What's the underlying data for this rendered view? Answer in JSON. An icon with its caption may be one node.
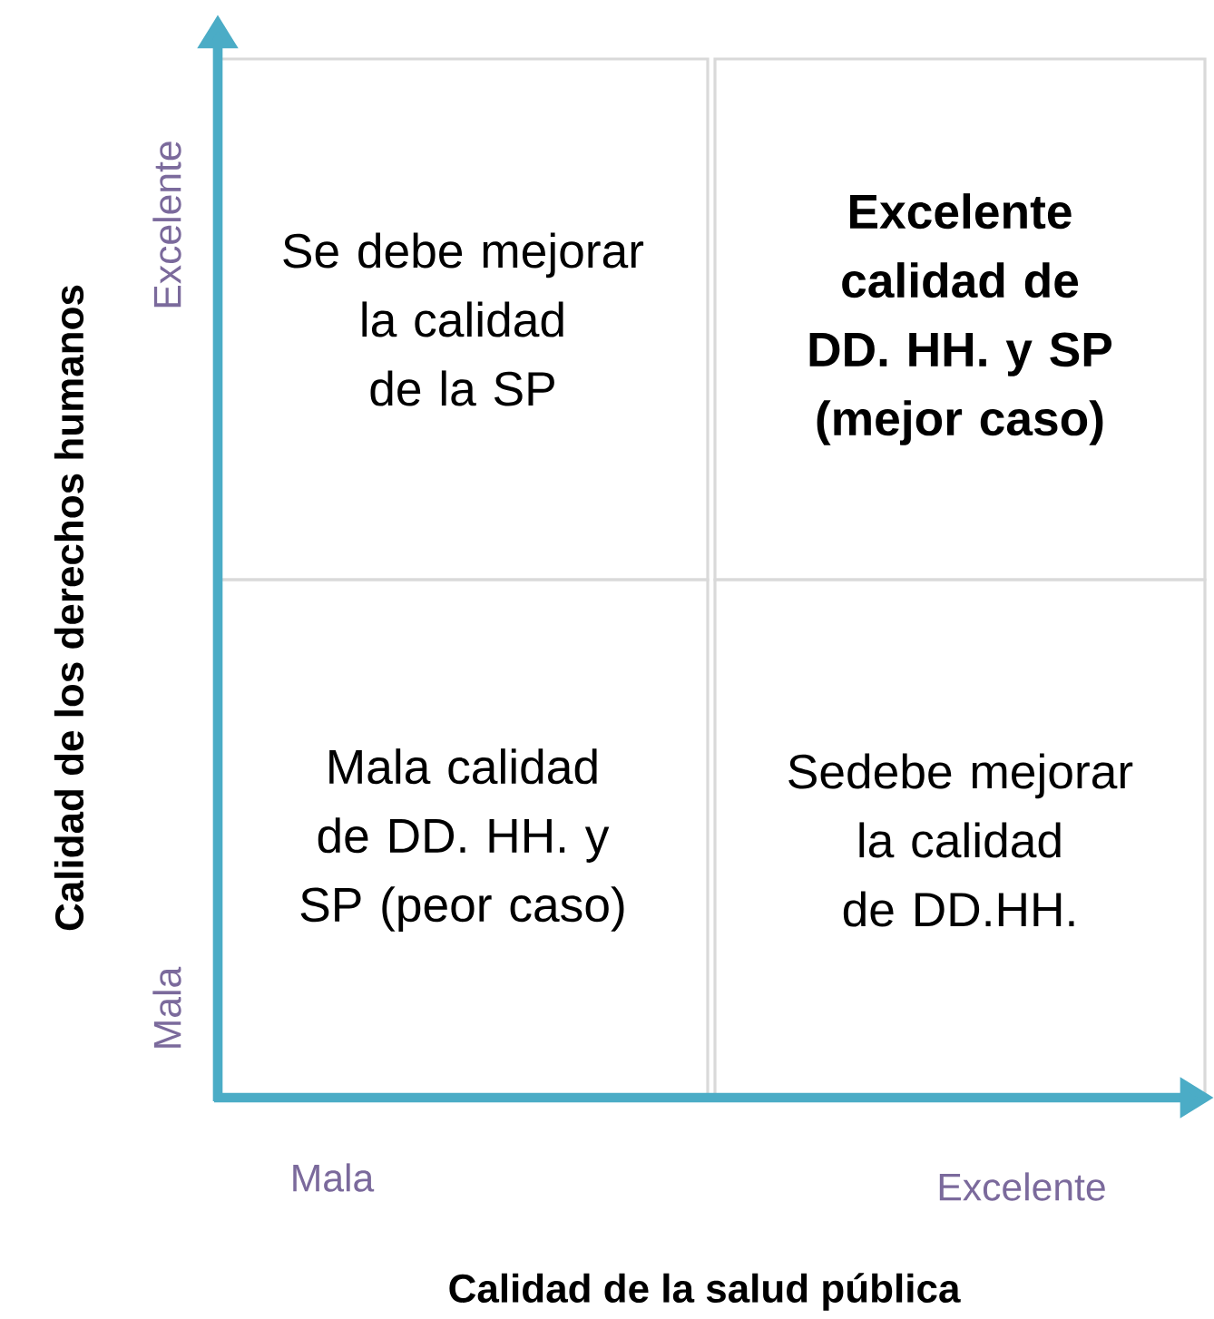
{
  "diagram": {
    "nodes": [
      {
        "text": [
          "Se debe mejorar la calidad de la SP"
        ]
      },
      {
        "text": [
          "Excelente calidad de DD. HH. y SP (mejor caso)"
        ]
      },
      {
        "text": [
          "Mala calidad de DD. HH. y SP (peor caso)"
        ]
      },
      {
        "text": [
          "Sedebe mejorar la calidad de DD.HH."
        ]
      }
    ],
    "labels": [
      "Calidad de los derechos humanos",
      "Excelente",
      "Mala",
      "Mala",
      "Excelente",
      "Calidad de la salud pública"
    ]
  }
}
